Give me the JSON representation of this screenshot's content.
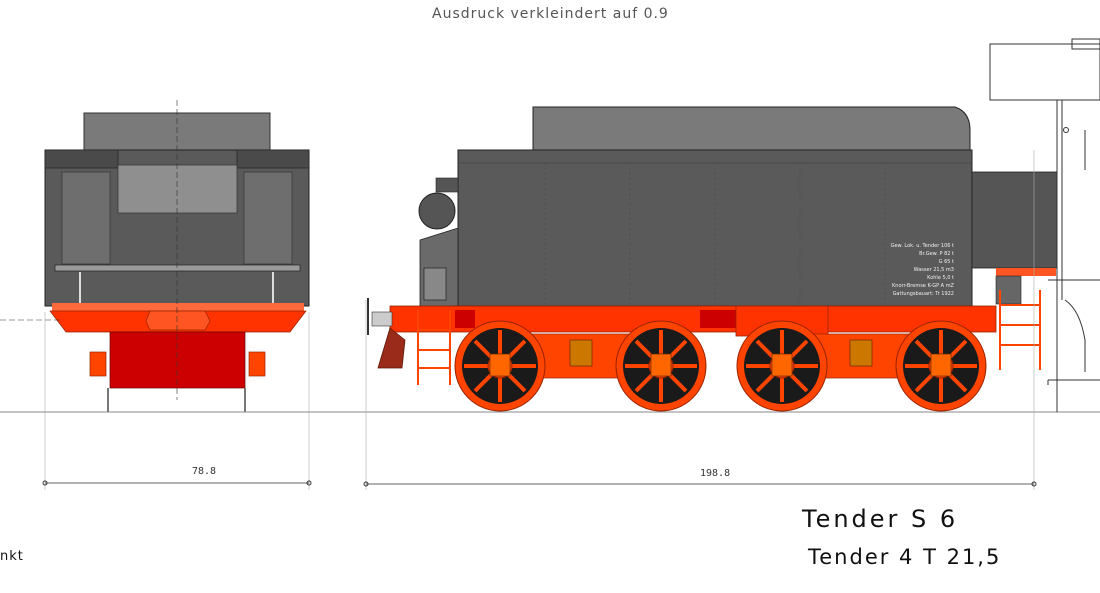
{
  "header": {
    "note": "Ausdruck verkleindert auf 0.9"
  },
  "dimensions": {
    "front_width": "78.8",
    "side_length": "198.8"
  },
  "title": {
    "main": "Tender S 6",
    "sub": "Tender 4 T 21,5"
  },
  "side_note": "nkt",
  "plate": [
    "Gew. Lok. u. Tender 106 t",
    "Br.Gew.   P 82 t",
    "G 65 t",
    "Wasser  21,5 m3",
    "Kohle   5,0 t",
    "Knorr-Bremse K-GP A mZ",
    "Gattungsbauart: Tr 1922"
  ],
  "colors": {
    "body_dark": "#5a5a5a",
    "body_light": "#7a7a7a",
    "frame_red": "#ff3300",
    "frame_dark_red": "#cc0000",
    "wheel_orange": "#ff4400",
    "spoke_dark": "#1a1a1a",
    "line_grey": "#888888"
  }
}
